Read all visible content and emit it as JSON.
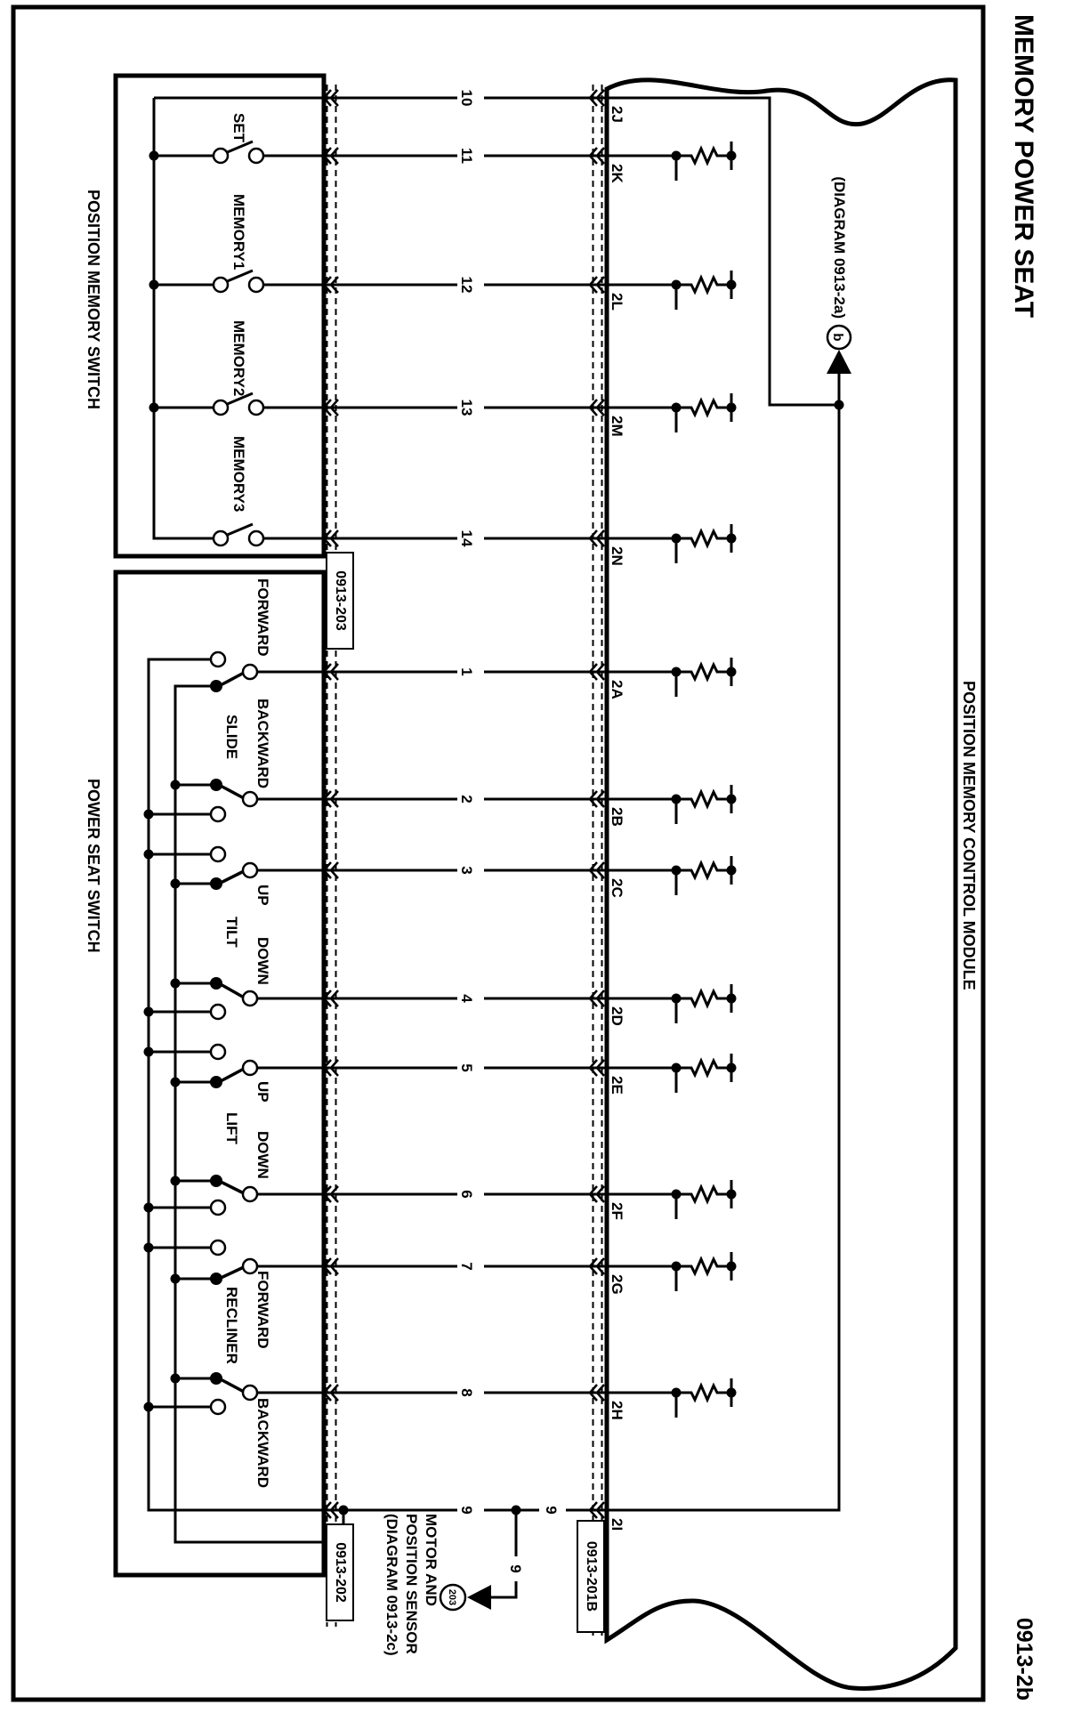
{
  "page": {
    "title": "MEMORY POWER SEAT",
    "diagram_id": "0913-2b",
    "ink_color": "#000000",
    "paper_color": "#ffffff"
  },
  "module": {
    "label": "POSITION MEMORY CONTROL MODULE",
    "connector_label": "0913-201B",
    "ref_link": {
      "text": "(DIAGRAM 0913-2a)",
      "circle_letter": "b",
      "arrow_icon": "filled-triangle"
    }
  },
  "inline_connectors": {
    "switch_side": "0913-203",
    "harness_side": "0913-202"
  },
  "memory_switch": {
    "label": "POSITION MEMORY SWITCH",
    "switches": [
      {
        "name": "SET"
      },
      {
        "name": "MEMORY1"
      },
      {
        "name": "MEMORY2"
      },
      {
        "name": "MEMORY3"
      }
    ]
  },
  "power_switch": {
    "label": "POWER SEAT SWITCH",
    "groups": [
      {
        "name": "SLIDE",
        "positions": [
          "FORWARD",
          "BACKWARD"
        ]
      },
      {
        "name": "TILT",
        "positions": [
          "UP",
          "DOWN"
        ]
      },
      {
        "name": "LIFT",
        "positions": [
          "UP",
          "DOWN"
        ]
      },
      {
        "name": "RECLINER",
        "positions": [
          "FORWARD",
          "BACKWARD"
        ]
      }
    ]
  },
  "wires": [
    {
      "number": "10",
      "pin": "2J"
    },
    {
      "number": "11",
      "pin": "2K"
    },
    {
      "number": "12",
      "pin": "2L"
    },
    {
      "number": "13",
      "pin": "2M"
    },
    {
      "number": "14",
      "pin": "2N"
    },
    {
      "number": "1",
      "pin": "2A"
    },
    {
      "number": "2",
      "pin": "2B"
    },
    {
      "number": "3",
      "pin": "2C"
    },
    {
      "number": "4",
      "pin": "2D"
    },
    {
      "number": "5",
      "pin": "2E"
    },
    {
      "number": "6",
      "pin": "2F"
    },
    {
      "number": "7",
      "pin": "2G"
    },
    {
      "number": "8",
      "pin": "2H"
    },
    {
      "number": "9",
      "pin": "2I"
    }
  ],
  "common_branch": {
    "wire_number_repeat": "9",
    "branch_wire_number": "9",
    "sensor_ref": {
      "lines": [
        "MOTOR AND",
        "POSITION SENSOR",
        "(DIAGRAM 0913-2c)"
      ],
      "callout_number": "203",
      "arrow_icon": "filled-triangle"
    }
  }
}
